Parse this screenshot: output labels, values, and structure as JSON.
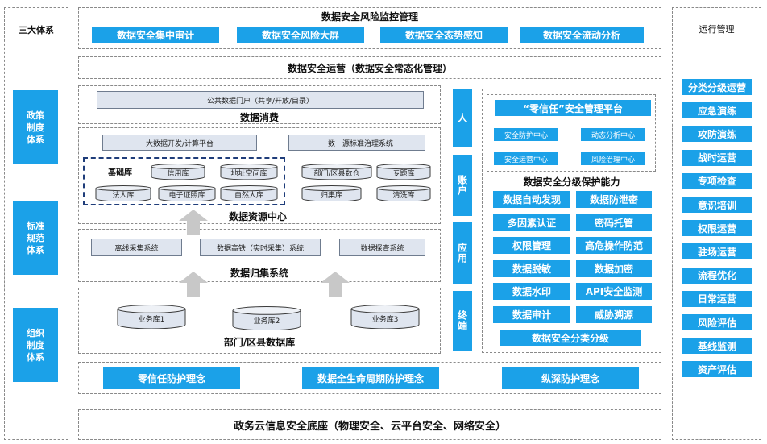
{
  "left": {
    "title": "三大体系",
    "items": [
      "政策\n制度\n体系",
      "标准\n规范\n体系",
      "组织\n制度\n体系"
    ]
  },
  "monitor": {
    "title": "数据安全风险监控管理",
    "items": [
      "数据安全集中审计",
      "数据安全风险大屏",
      "数据安全态势感知",
      "数据安全流动分析"
    ]
  },
  "ops": {
    "title": "数据安全运营（数据安全常态化管理）"
  },
  "consume": {
    "portal": "公共数据门户（共享/开放/目录）",
    "title": "数据消费"
  },
  "resource": {
    "platform": "大数据开发/计算平台",
    "govern": "一数一源标准治理系统",
    "base_label": "基础库",
    "base_libs": [
      "信用库",
      "地址空间库",
      "法人库",
      "电子证照库",
      "自然人库"
    ],
    "dept_libs": [
      "部门/区县数仓",
      "专题库",
      "归集库",
      "清洗库"
    ],
    "title": "数据资源中心"
  },
  "collect": {
    "systems": [
      "离线采集系统",
      "数据高铁（实时采集）系统",
      "数据探查系统"
    ],
    "title": "数据归集系统"
  },
  "source": {
    "dbs": [
      "业务库1",
      "业务库2",
      "业务库3"
    ],
    "title": "部门/区县数据库"
  },
  "identities": [
    "人",
    "账户",
    "应用",
    "终端"
  ],
  "zt": {
    "title": "“零信任”安全管理平台",
    "centers": [
      "安全防护中心",
      "动态分析中心",
      "安全运营中心",
      "风险治理中心"
    ],
    "cap_title": "数据安全分级保护能力",
    "caps": [
      "数据自动发现",
      "数据防泄密",
      "多因素认证",
      "密码托管",
      "权限管理",
      "高危操作防范",
      "数据脱敏",
      "数据加密",
      "数据水印",
      "API安全监测",
      "数据审计",
      "威胁溯源"
    ],
    "classify": "数据安全分类分级"
  },
  "concepts": [
    "零信任防护理念",
    "数据全生命周期防护理念",
    "纵深防护理念"
  ],
  "base": {
    "title": "政务云信息安全底座（物理安全、云平台安全、网络安全）"
  },
  "right": {
    "title": "运行管理",
    "items": [
      "分类分级运营",
      "应急演练",
      "攻防演练",
      "战时运营",
      "专项检查",
      "意识培训",
      "权限运营",
      "驻场运营",
      "流程优化",
      "日常运营",
      "风险评估",
      "基线监测",
      "资产评估"
    ]
  },
  "colors": {
    "accent": "#1ba1e8",
    "grey_box": "#dfe5ef",
    "dashed": "#1f3d7a"
  }
}
